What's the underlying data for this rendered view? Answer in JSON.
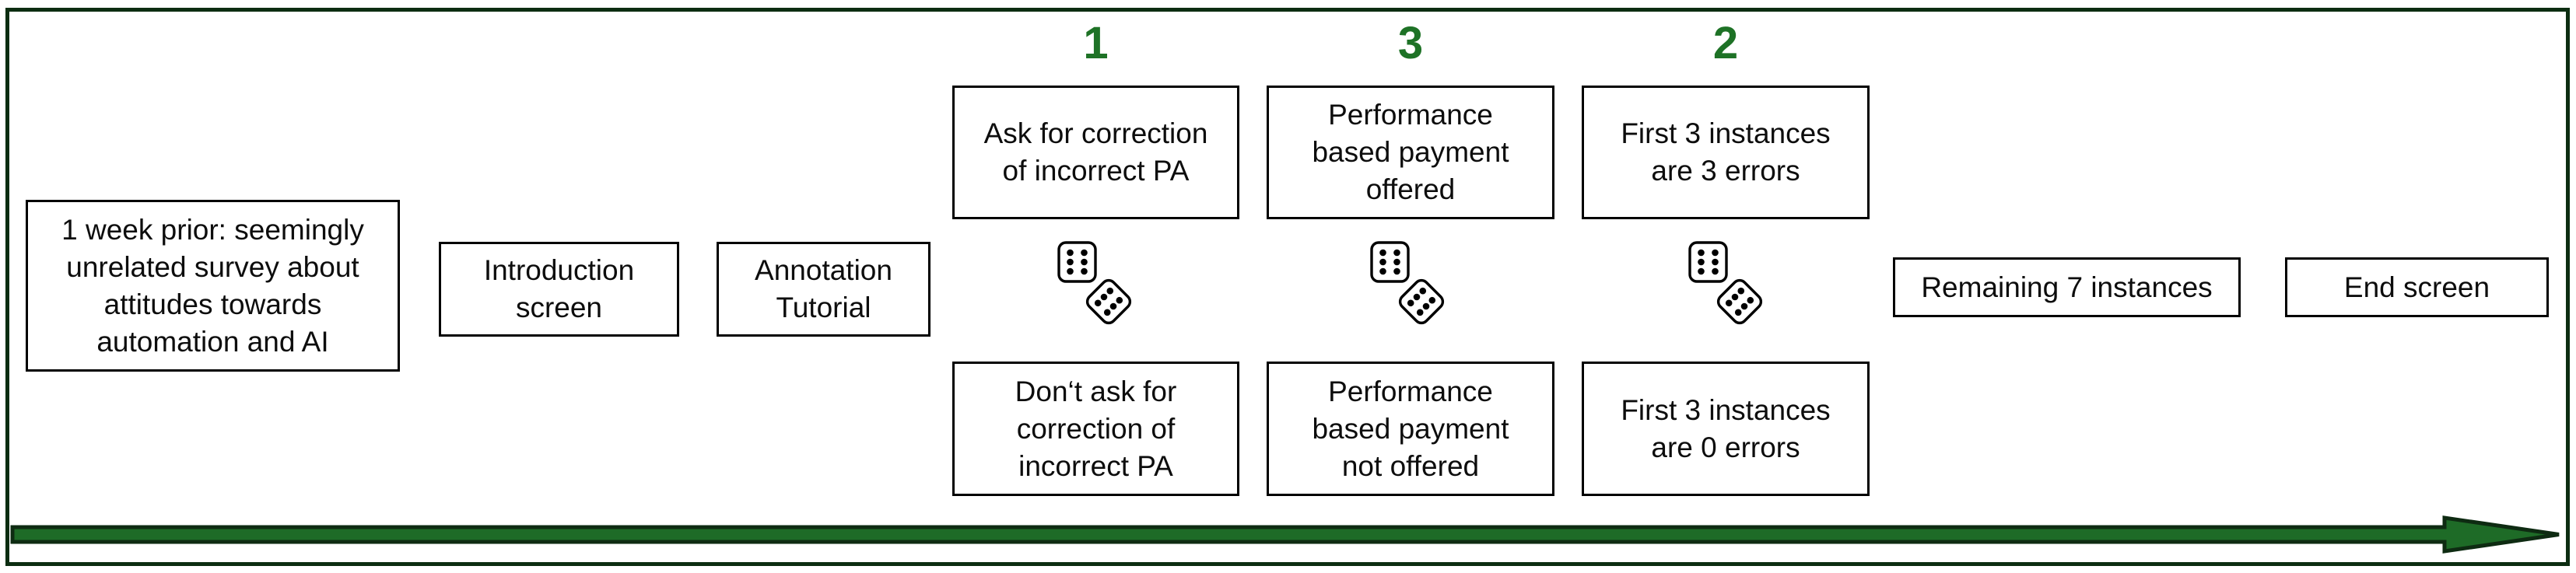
{
  "diagram": {
    "title": "experiment-procedure-timeline",
    "stages": [
      {
        "label": "1 week prior: seemingly\nunrelated survey about\nattitudes towards\nautomation and AI"
      },
      {
        "label": "Introduction\nscreen"
      },
      {
        "label": "Annotation\nTutorial"
      },
      {
        "label": "Remaining 7 instances"
      },
      {
        "label": "End screen"
      }
    ],
    "branches": [
      {
        "order": "1",
        "top": "Ask for correction\nof incorrect PA",
        "bottom": "Don‘t ask for\ncorrection of\nincorrect PA"
      },
      {
        "order": "3",
        "top": "Performance\nbased payment\noffered",
        "bottom": "Performance\nbased payment\nnot offered"
      },
      {
        "order": "2",
        "top": "First 3 instances\nare 3 errors",
        "bottom": "First 3 instances\nare 0 errors"
      }
    ],
    "icons": {
      "dice": "two dice showing six"
    },
    "colors": {
      "accent_green": "#1e7226",
      "arrow_fill": "#1e6b27",
      "arrow_outline": "#0e2b12",
      "frame_border": "#0c2d11",
      "box_border": "#000000",
      "text": "#0d0d0d",
      "background": "#ffffff"
    }
  }
}
